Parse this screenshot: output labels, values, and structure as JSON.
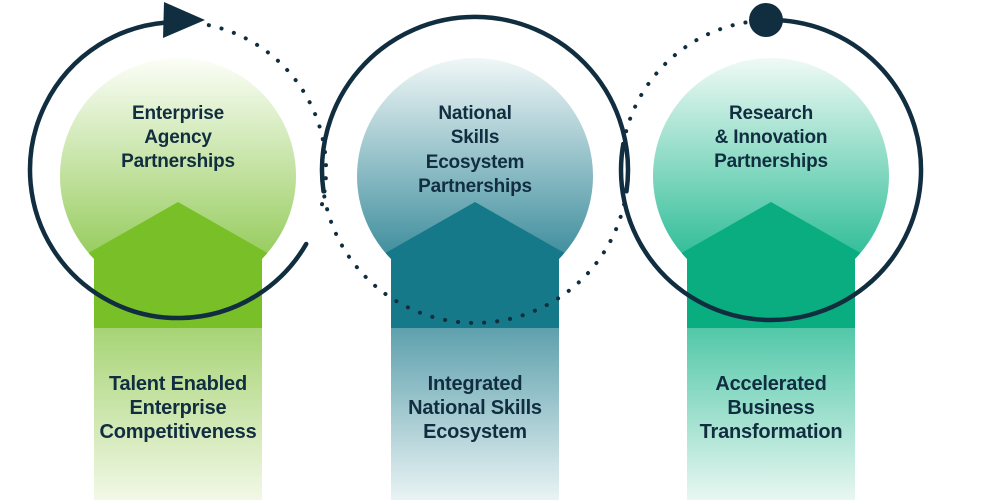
{
  "diagram": {
    "colors": {
      "ring": "#112e40",
      "text": "#112e40",
      "background": "#ffffff"
    },
    "units": [
      {
        "id": "enterprise-agency-partnerships",
        "circle_label_lines": [
          "Enterprise",
          "Agency",
          "Partnerships"
        ],
        "ribbon_label_lines": [
          "Talent Enabled",
          "Enterprise",
          "Competitiveness"
        ],
        "marker": "arrowhead",
        "colors": {
          "circle_top": "#fcfef8",
          "circle_bottom": "#84c341",
          "chevron": "#78bf28",
          "ribbon_top": "#84c341",
          "ribbon_bottom": "#f2f8e6"
        }
      },
      {
        "id": "national-skills-ecosystem-partnerships",
        "circle_label_lines": [
          "National",
          "Skills",
          "Ecosystem",
          "Partnerships"
        ],
        "ribbon_label_lines": [
          "Integrated",
          "National Skills",
          "Ecosystem"
        ],
        "marker": "none",
        "colors": {
          "circle_top": "#f0f7f7",
          "circle_bottom": "#1d7a8c",
          "chevron": "#157989",
          "ribbon_top": "#1d7a8c",
          "ribbon_bottom": "#e9f3f4"
        }
      },
      {
        "id": "research-innovation-partnerships",
        "circle_label_lines": [
          "Research",
          "& Innovation",
          "Partnerships"
        ],
        "ribbon_label_lines": [
          "Accelerated",
          "Business",
          "Transformation"
        ],
        "marker": "dot",
        "colors": {
          "circle_top": "#effaf5",
          "circle_bottom": "#0db287",
          "chevron": "#0aad80",
          "ribbon_top": "#0db287",
          "ribbon_bottom": "#e8f7f1"
        }
      }
    ]
  }
}
